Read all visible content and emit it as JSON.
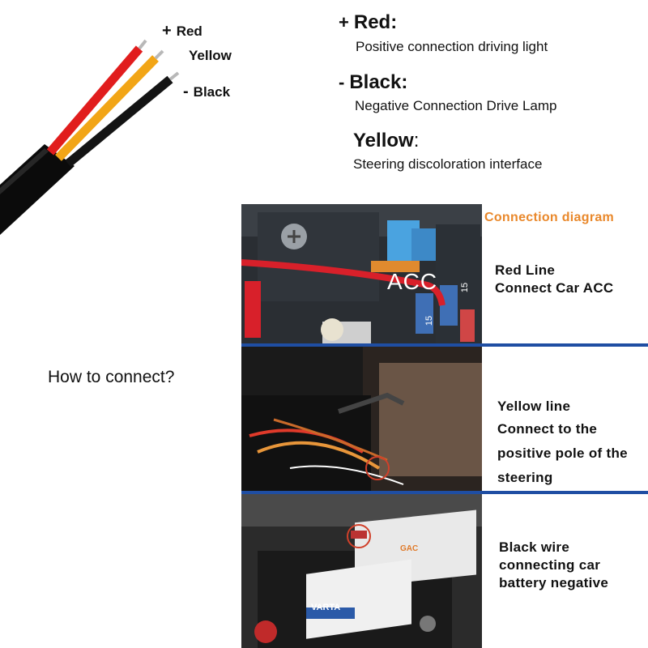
{
  "cable": {
    "red_sign": "+",
    "red_label": "Red",
    "yellow_label": "Yellow",
    "black_sign": "-",
    "black_label": "Black"
  },
  "legend": {
    "red": {
      "sign": "+",
      "title": "Red:",
      "desc": "Positive connection driving light"
    },
    "black": {
      "sign": "-",
      "title": "Black:",
      "desc": "Negative Connection Drive Lamp"
    },
    "yellow": {
      "title": "Yellow",
      "colon": ":",
      "desc": "Steering discoloration interface"
    }
  },
  "how_to_connect": "How to connect?",
  "diagram": {
    "title": "Connection diagram",
    "acc_label": "ACC",
    "fuse_numbers": [
      "15",
      "15"
    ],
    "panels": [
      {
        "lines": [
          "Red Line",
          "Connect Car ACC"
        ]
      },
      {
        "lines": [
          "Yellow line",
          "Connect to the",
          "positive pole of the",
          "steering"
        ]
      },
      {
        "lines": [
          "Black wire",
          "connecting car",
          "battery negative"
        ]
      }
    ],
    "battery_brand": "VARTA",
    "battery_sub": "GAC"
  },
  "colors": {
    "red_wire": "#e11d1d",
    "yellow_wire": "#f2a516",
    "black_wire": "#111111",
    "divider": "#1f4ea3",
    "diagram_title": "#e9882b"
  }
}
